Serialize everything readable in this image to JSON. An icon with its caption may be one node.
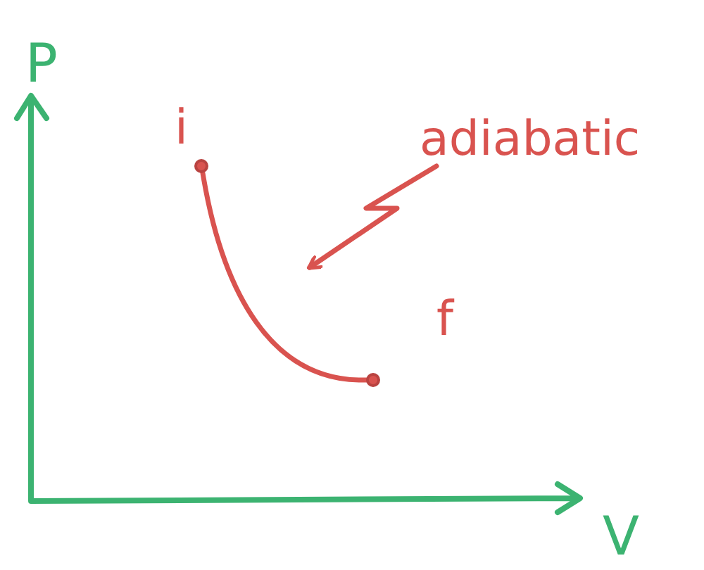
{
  "diagram": {
    "nodes": [
      {
        "text": [],
        "shape": "circle",
        "beside": [
          "i"
        ]
      },
      {
        "text": [],
        "shape": "circle",
        "beside": [
          "f"
        ]
      },
      {
        "text": [
          "adiabatic"
        ]
      }
    ],
    "edges": [
      {
        "from": 0,
        "to": 1,
        "arrow": "none",
        "color": "#d9534f"
      },
      {
        "from": 2,
        "to": null,
        "arrow": "to",
        "color": "#d9534f"
      }
    ],
    "labels": [
      "P",
      "V"
    ]
  }
}
